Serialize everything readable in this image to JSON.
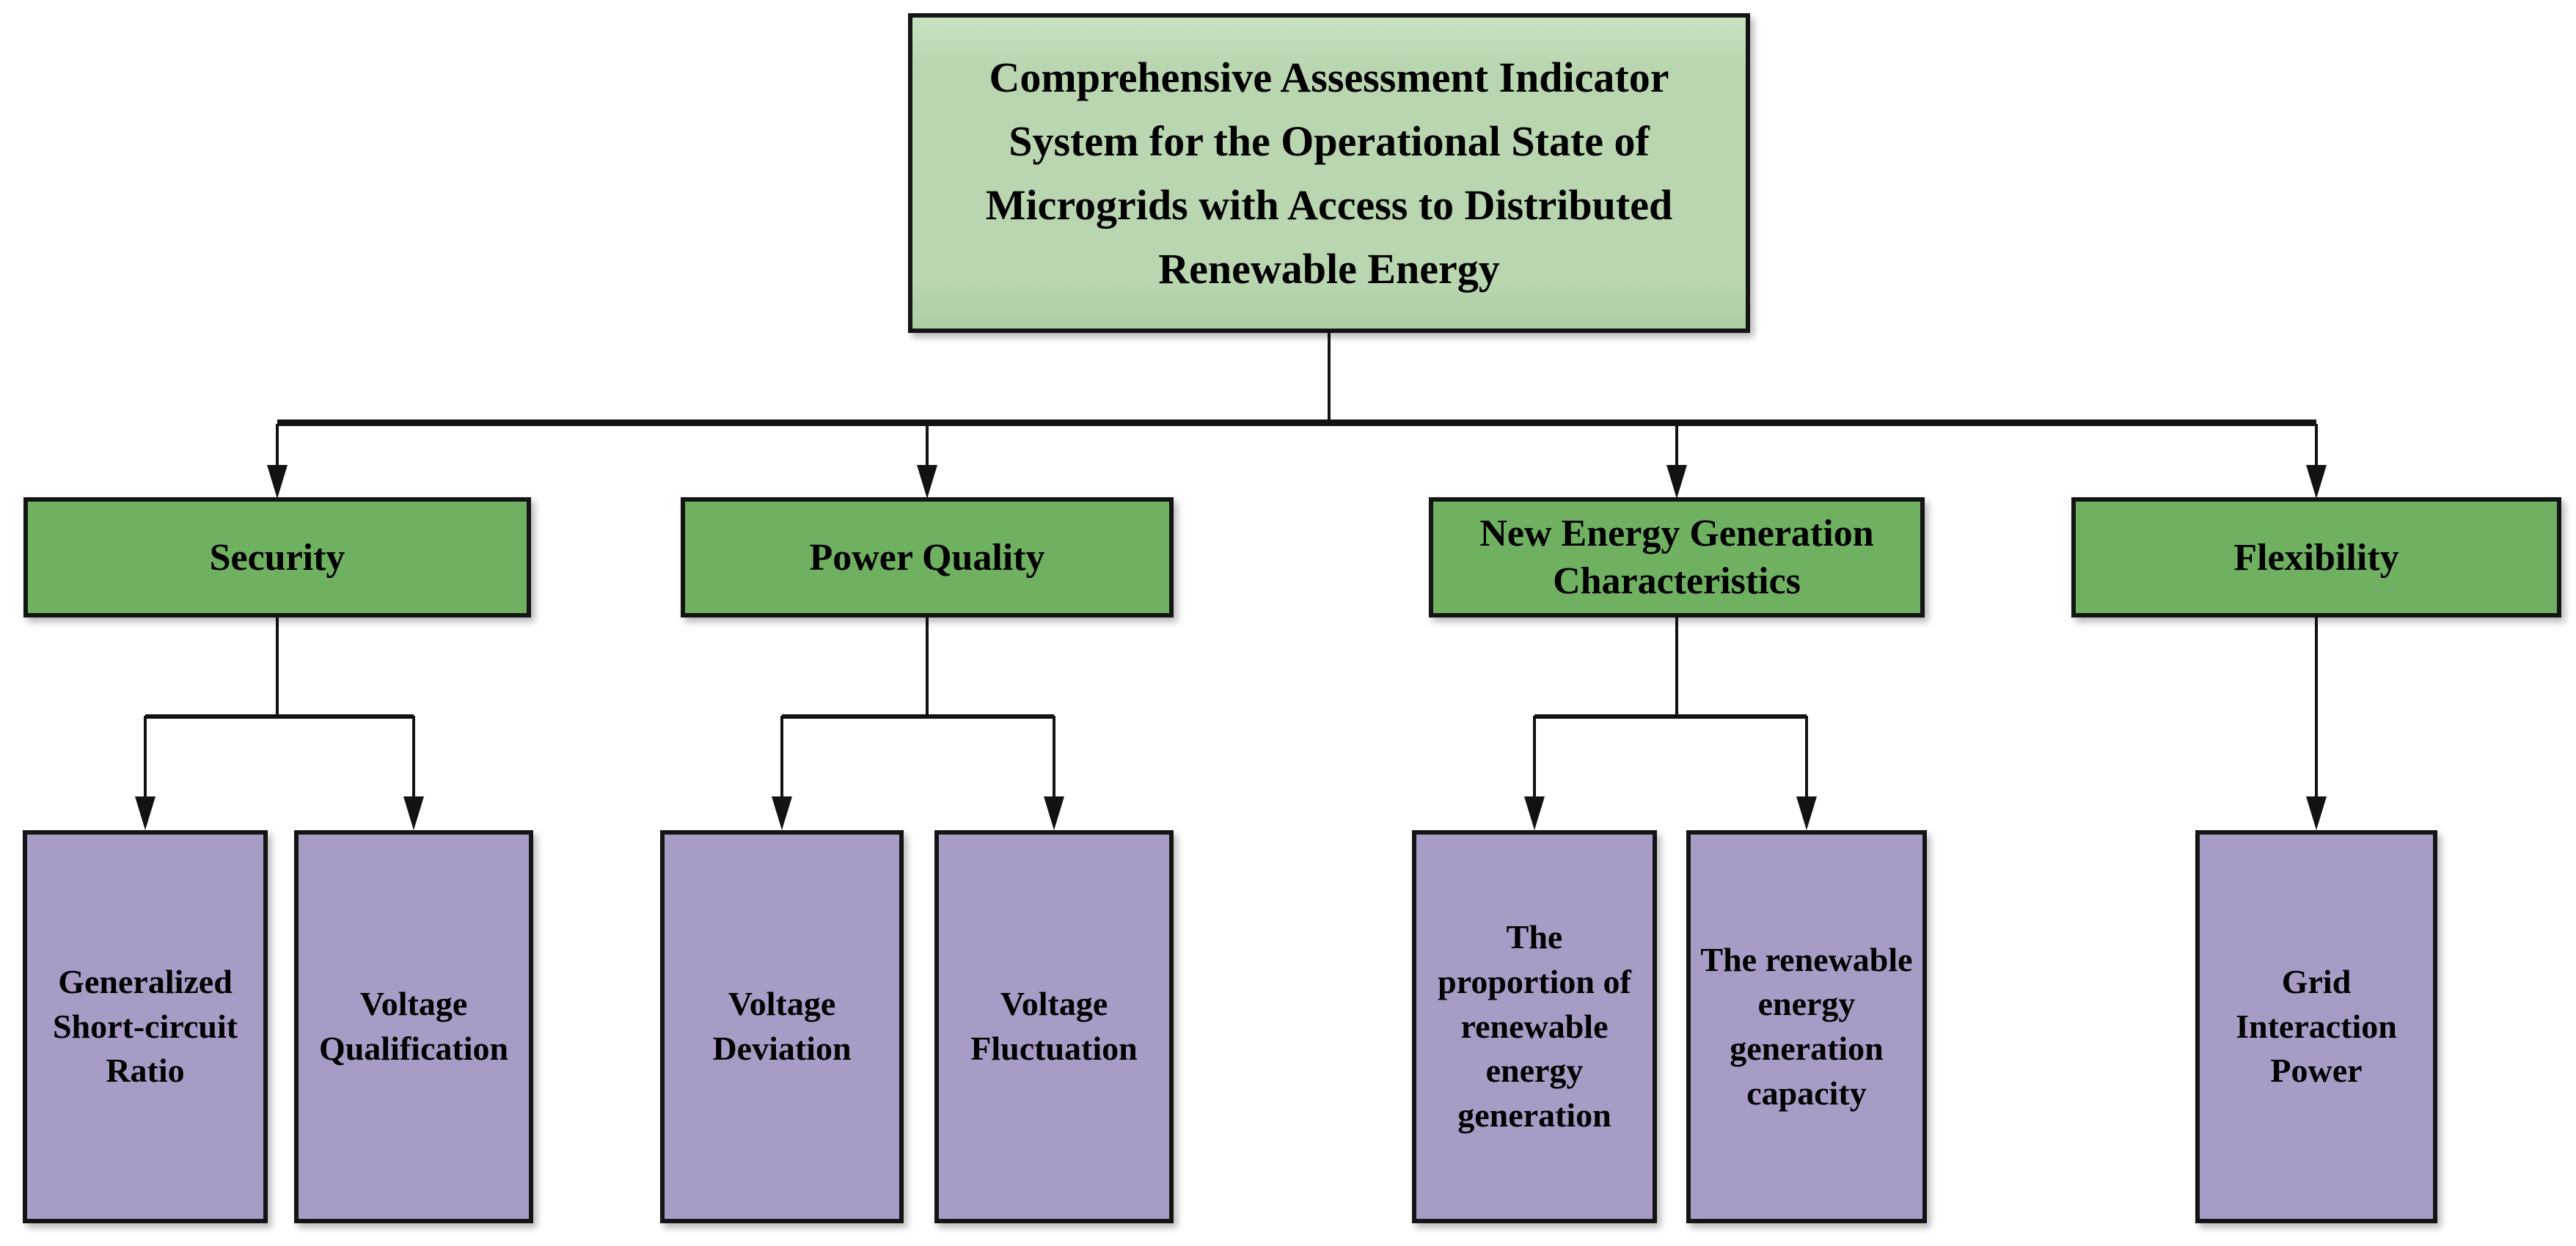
{
  "colors": {
    "root_fill": "#b9d6b0",
    "root_fill_light": "#c9e1c1",
    "root_fill_dark": "#accea3",
    "category_fill": "#6fb061",
    "leaf_fill": "#a89cc6",
    "box_border": "#141414",
    "connector": "#121212"
  },
  "diagram": {
    "root": {
      "label": "Comprehensive Assessment Indicator System for the Operational State of Microgrids with Access to Distributed Renewable Energy"
    },
    "categories": [
      {
        "label": "Security",
        "children": [
          "Generalized Short-circuit Ratio",
          "Voltage Qualification"
        ]
      },
      {
        "label": "Power Quality",
        "children": [
          "Voltage Deviation",
          "Voltage Fluctuation"
        ]
      },
      {
        "label": "New Energy Generation Characteristics",
        "children": [
          "The proportion of renewable energy generation",
          "The renewable energy generation capacity"
        ]
      },
      {
        "label": "Flexibility",
        "children": [
          "Grid Interaction Power"
        ]
      }
    ]
  }
}
